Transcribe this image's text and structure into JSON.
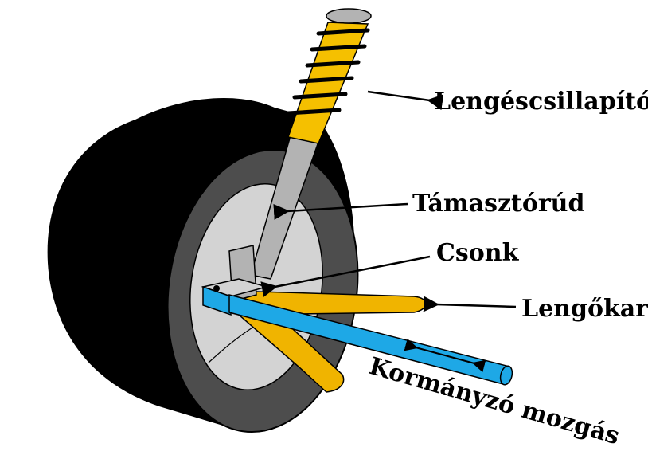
{
  "labels": {
    "shock_absorber": "Lengéscsillapító",
    "strut": "Támasztórúd",
    "knuckle": "Csonk",
    "control_arm": "Lengőkar",
    "steering": "Kormányzó mozgás"
  },
  "colors": {
    "tire": "#000000",
    "tire_sidewall": "#4d4d4d",
    "hub": "#d3d3d3",
    "strut_gray": "#b3b3b3",
    "spring_yellow": "#f5c000",
    "control_arm_yellow": "#f0b400",
    "steering_rod_blue": "#1ea8e6",
    "outline": "#000000"
  },
  "icons": [
    "arrow-left-icon",
    "double-arrow-icon"
  ]
}
